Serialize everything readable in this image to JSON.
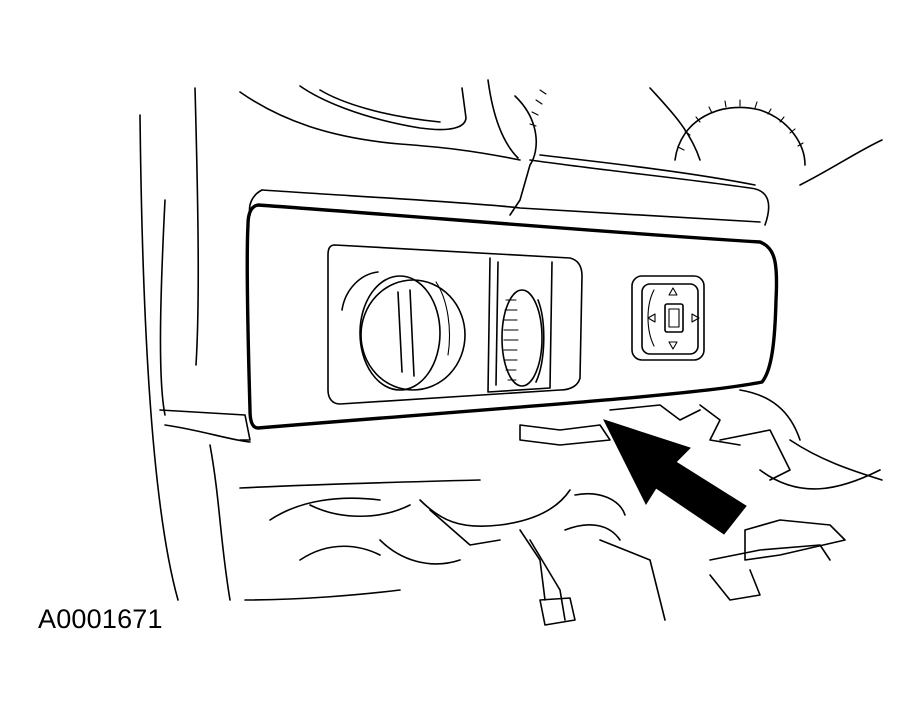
{
  "figure": {
    "id_label": "A0001671",
    "line_color": "#000000",
    "background": "#ffffff"
  },
  "icons": {
    "headlamp_switch": "headlamp-switch-knob",
    "dimmer": "panel-dimmer-thumbwheel",
    "mirror_control": "mirror-control-switch",
    "pointer": "arrow-icon"
  }
}
